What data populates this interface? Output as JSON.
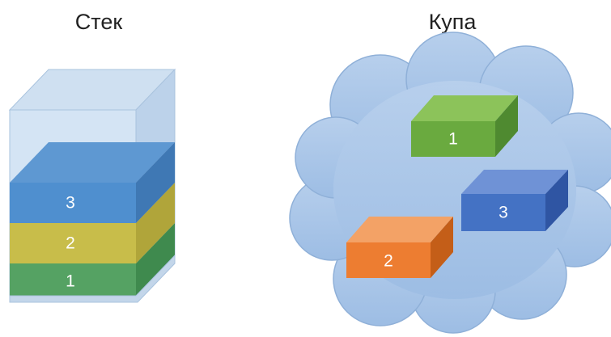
{
  "stack": {
    "title": "Стек",
    "layers": [
      {
        "label": "1",
        "color": "#4f9a5d"
      },
      {
        "label": "2",
        "color": "#c4b944"
      },
      {
        "label": "3",
        "color": "#4f8fcf"
      }
    ]
  },
  "heap": {
    "title": "Купа",
    "boxes": [
      {
        "label": "1",
        "color": "#6fae44"
      },
      {
        "label": "2",
        "color": "#ed7d31"
      },
      {
        "label": "3",
        "color": "#4472c4"
      }
    ],
    "cloud_color": "#a9c4e6"
  }
}
